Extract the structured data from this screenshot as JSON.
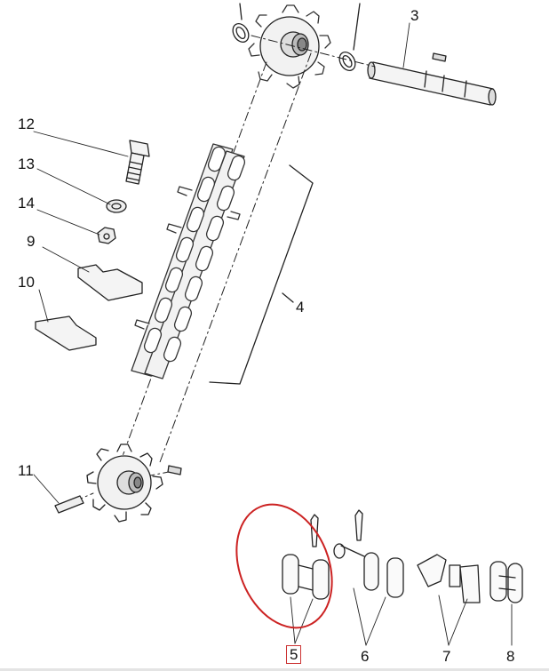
{
  "diagram": {
    "callouts": {
      "c3": "3",
      "c4": "4",
      "c5": "5",
      "c6": "6",
      "c7": "7",
      "c8": "8",
      "c9": "9",
      "c10": "10",
      "c11": "11",
      "c12": "12",
      "c13": "13",
      "c14": "14"
    },
    "highlight": {
      "color": "#cc2222",
      "target": "5"
    }
  }
}
